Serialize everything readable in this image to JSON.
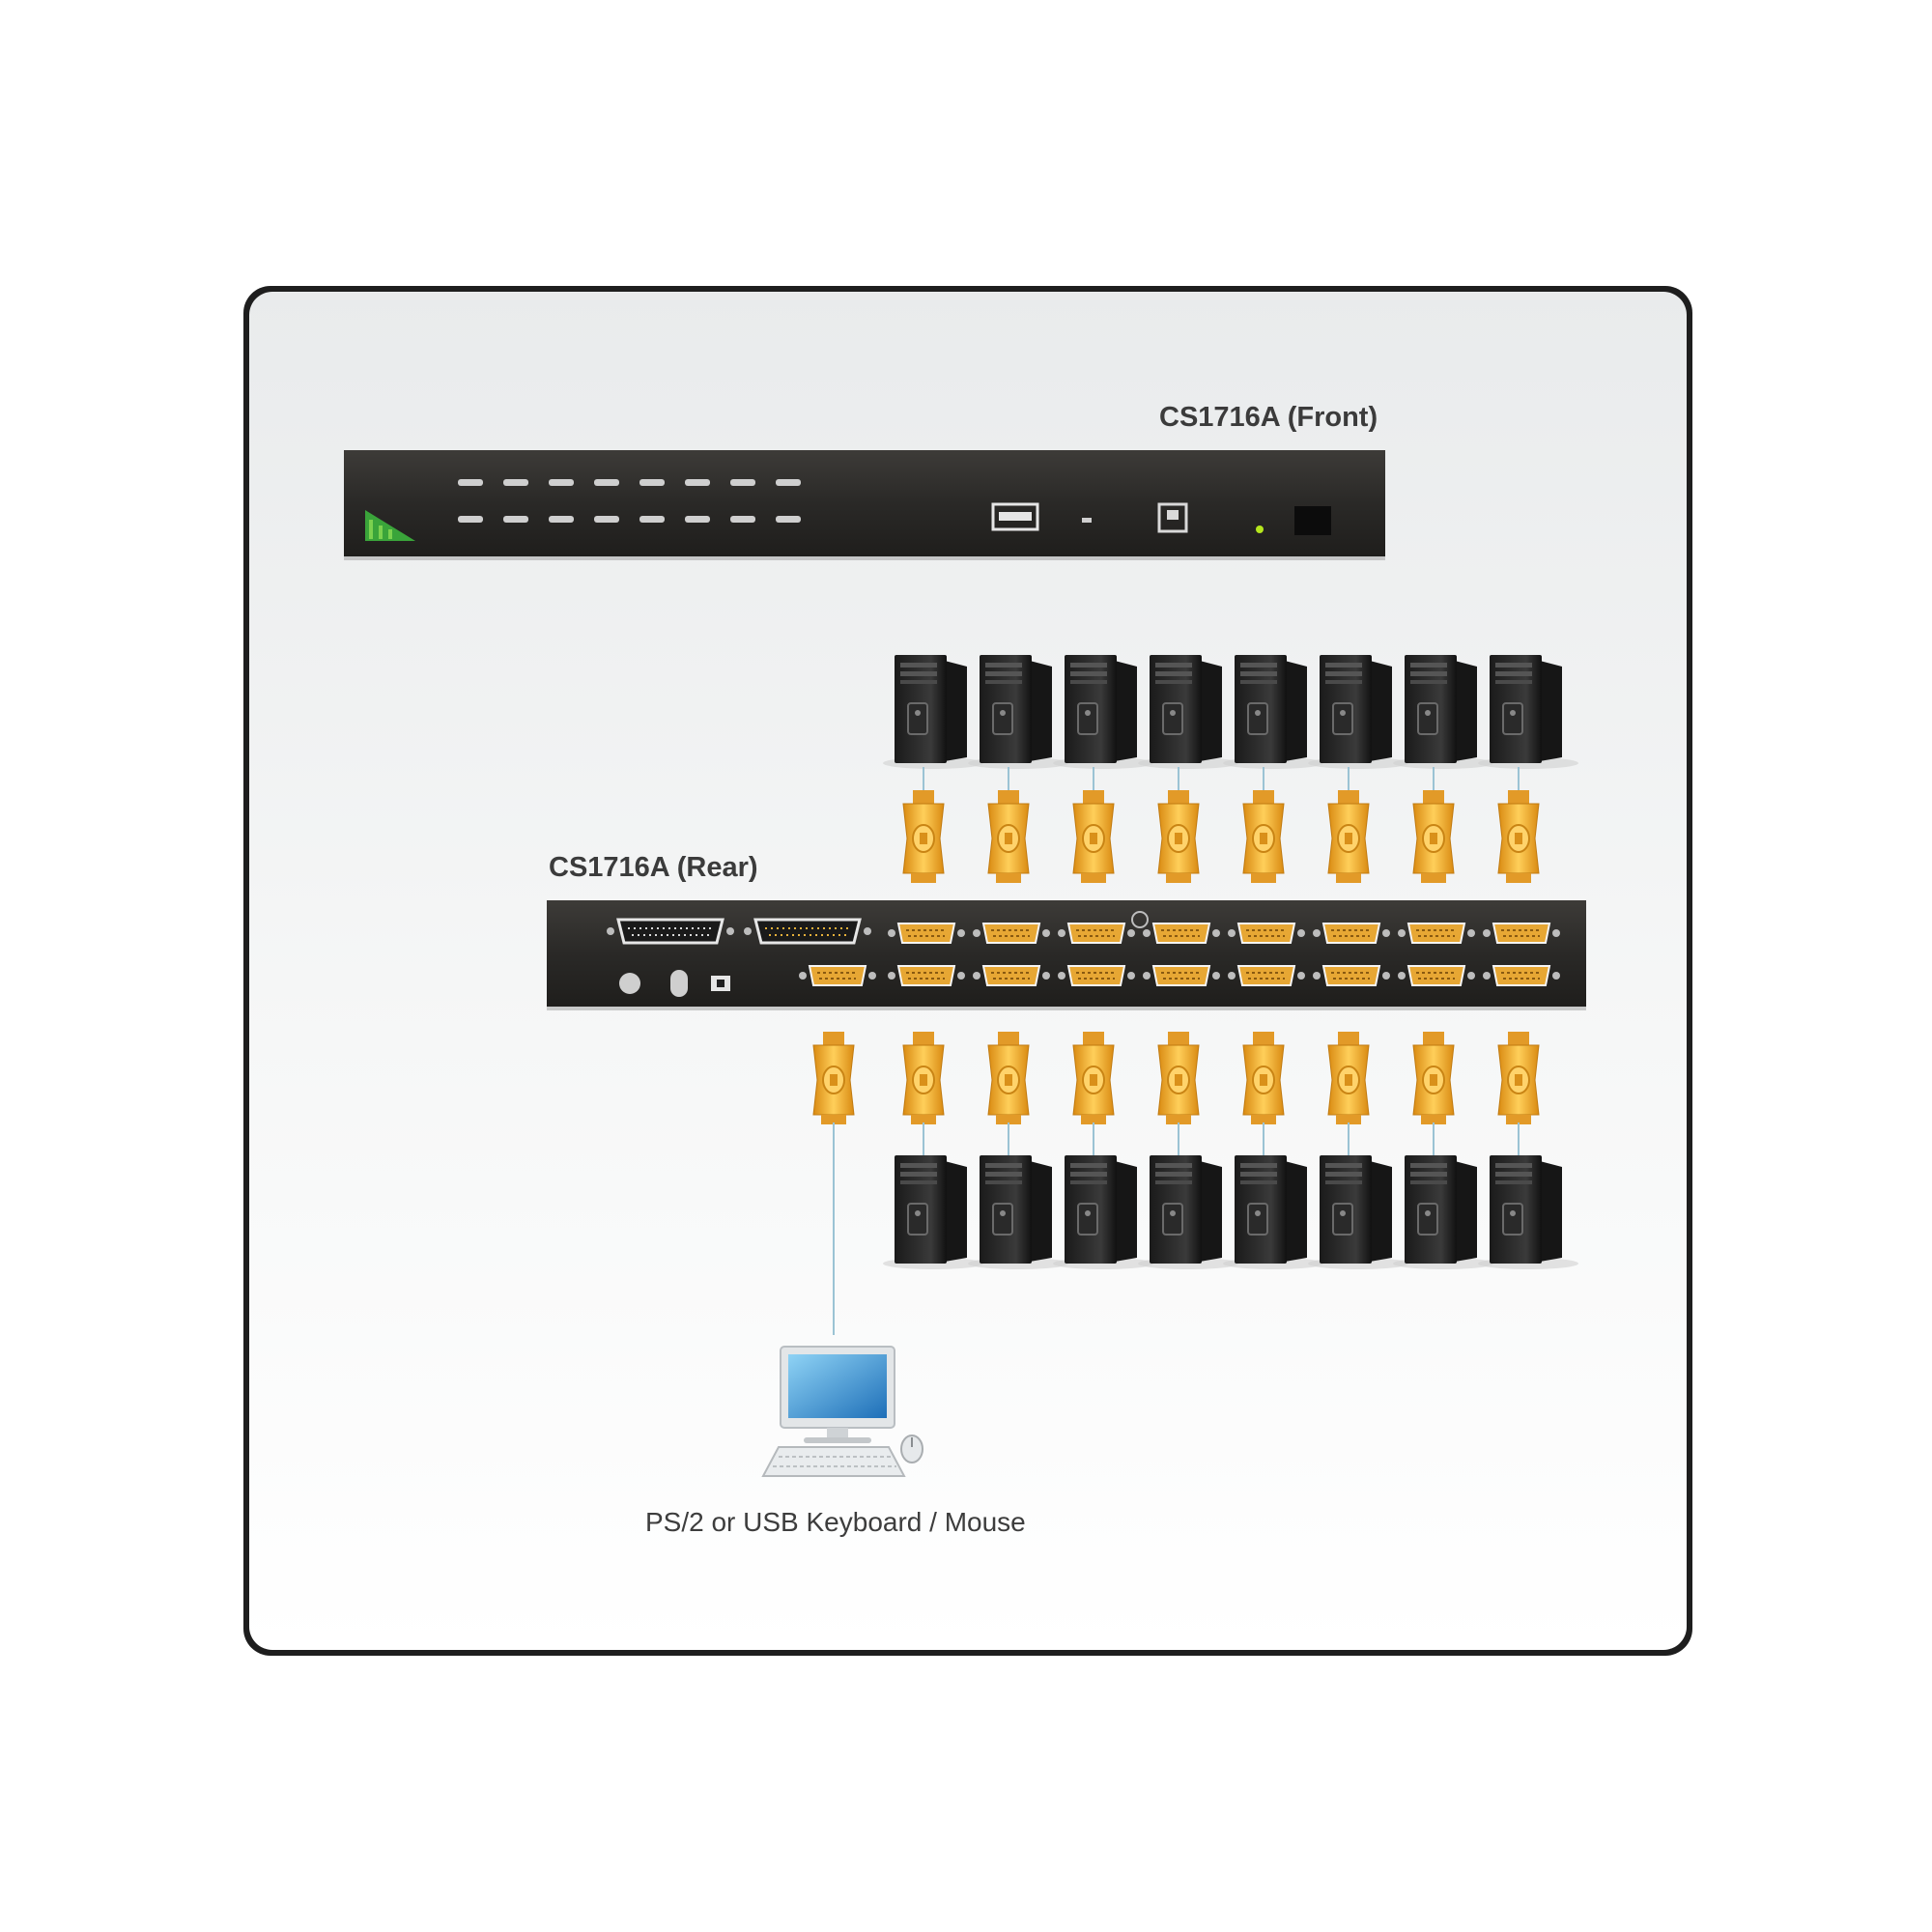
{
  "labels": {
    "front": "CS1716A (Front)",
    "rear": "CS1716A (Rear)",
    "console": "PS/2 or USB Keyboard / Mouse"
  },
  "colors": {
    "frame_border": "#1e1e1e",
    "panel_bg": "#f3f4f4",
    "device_body": "#2b2a28",
    "connector_gold": "#f2a52a",
    "cable": "#9bc3d4",
    "logo_green": "#3aa43a",
    "led_green": "#b5e61d"
  },
  "diagram": {
    "computers_top_count": 8,
    "computers_bottom_count": 8,
    "front_port_buttons": 16,
    "rear_vga_ports": 17,
    "icons": [
      "kvm-switch-front",
      "kvm-switch-rear",
      "computer-tower",
      "vga-connector",
      "monitor-keyboard-mouse"
    ]
  }
}
